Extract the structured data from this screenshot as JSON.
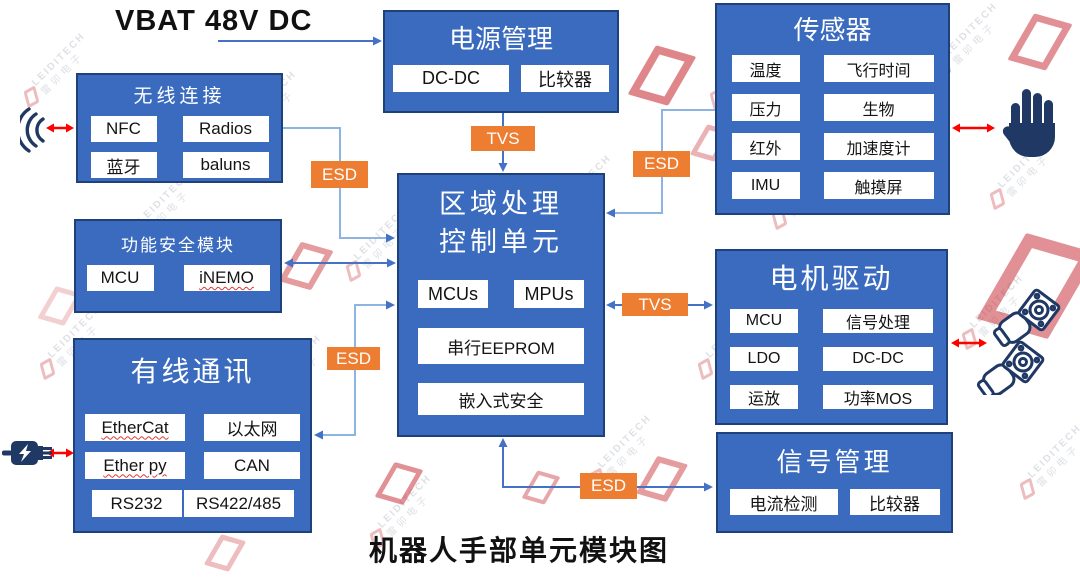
{
  "vbat_label": "VBAT 48V DC",
  "diagram_title": "机器人手部单元模块图",
  "modules": {
    "power": {
      "title": "电源管理",
      "chips": [
        "DC-DC",
        "比较器"
      ]
    },
    "sensors": {
      "title": "传感器",
      "chips": [
        "温度",
        "飞行时间",
        "压力",
        "生物",
        "红外",
        "加速度计",
        "IMU",
        "触摸屏"
      ]
    },
    "wireless": {
      "title": "无线连接",
      "chips": [
        "NFC",
        "Radios",
        "蓝牙",
        "baluns"
      ]
    },
    "safety": {
      "title": "功能安全模块",
      "chips": [
        "MCU",
        "iNEMO"
      ]
    },
    "mcu": {
      "title_line1": "区域处理",
      "title_line2": "控制单元",
      "chips": [
        "MCUs",
        "MPUs",
        "串行EEPROM",
        "嵌入式安全"
      ]
    },
    "wired": {
      "title": "有线通讯",
      "chips": [
        "EtherCat",
        "以太网",
        "Ether py",
        "CAN",
        "RS232",
        "RS422/485"
      ]
    },
    "motor": {
      "title": "电机驱动",
      "chips": [
        "MCU",
        "信号处理",
        "LDO",
        "DC-DC",
        "运放",
        "功率MOS"
      ]
    },
    "signal": {
      "title": "信号管理",
      "chips": [
        "电流检测",
        "比较器"
      ]
    }
  },
  "protection_labels": {
    "tvs_power": "TVS",
    "tvs_motor": "TVS",
    "esd_wireless": "ESD",
    "esd_sensor": "ESD",
    "esd_wired": "ESD",
    "esd_signal": "ESD"
  },
  "icons": {
    "left_top": "wireless-signal-icon",
    "right_top": "hand-icon",
    "right_middle": "stepper-motors-icon",
    "left_bottom": "cable-plug-icon"
  },
  "watermark": {
    "brand": "LEIDITECH",
    "brand_cn": "雷卯电子"
  },
  "colors": {
    "module_blue": "#3a6bbf",
    "module_border": "#1d4178",
    "accent_orange": "#ed7d31",
    "connector_blue": "#4472c4",
    "connector_light_blue": "#8eb4e3",
    "arrow_red": "#ff0000",
    "icon_navy": "#1f3864",
    "watermark_red": "#c4232b"
  }
}
